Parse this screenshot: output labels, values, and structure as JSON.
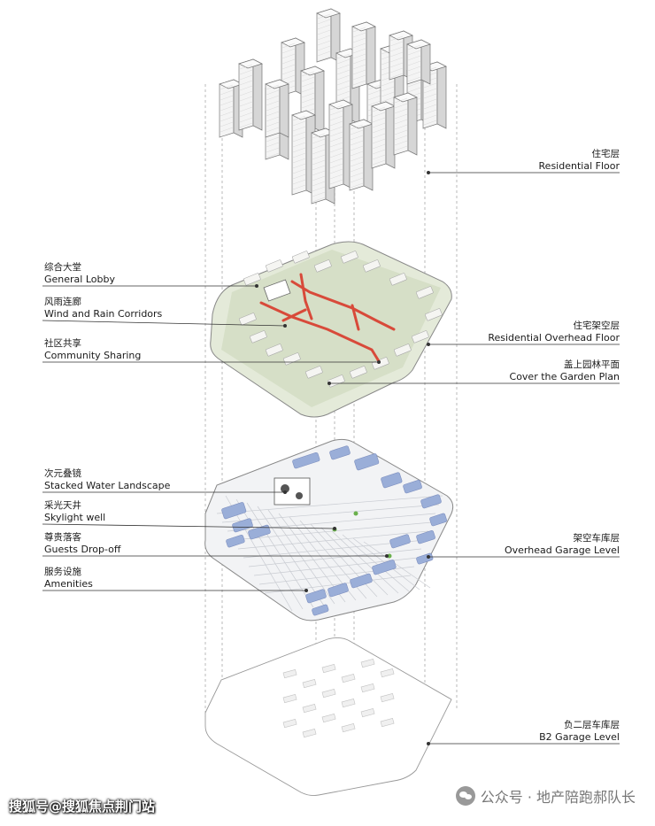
{
  "layers": {
    "residential_floor": {
      "zh": "住宅层",
      "en": "Residential Floor"
    },
    "residential_overhead_floor": {
      "zh": "住宅架空层",
      "en": "Residential Overhead  Floor"
    },
    "cover_garden_plan": {
      "zh": "盖上园林平面",
      "en": "Cover the Garden Plan"
    },
    "overhead_garage_level": {
      "zh": "架空车库层",
      "en": "Overhead Garage Level"
    },
    "b2_garage_level": {
      "zh": "负二层车库层",
      "en": "B2 Garage Level"
    }
  },
  "callouts": {
    "general_lobby": {
      "zh": "综合大堂",
      "en": "General Lobby"
    },
    "wind_rain_corridors": {
      "zh": "风雨连廊",
      "en": "Wind and Rain Corridors"
    },
    "community_sharing": {
      "zh": "社区共享",
      "en": "Community Sharing"
    },
    "stacked_water": {
      "zh": "次元叠镜",
      "en": "Stacked Water Landscape"
    },
    "skylight_well": {
      "zh": "采光天井",
      "en": "Skylight well"
    },
    "guests_dropoff": {
      "zh": "尊贵落客",
      "en": "Guests Drop-off"
    },
    "amenities": {
      "zh": "服务设施",
      "en": "Amenities"
    }
  },
  "watermarks": {
    "left": "搜狐号@搜狐焦点荆门站",
    "right": "公众号 · 地产陪跑郝队长"
  },
  "colors": {
    "garden_green": "#d9e2cc",
    "corridor_red": "#d84a3a",
    "garage_blue": "#9aaed8",
    "line": "#444444"
  }
}
